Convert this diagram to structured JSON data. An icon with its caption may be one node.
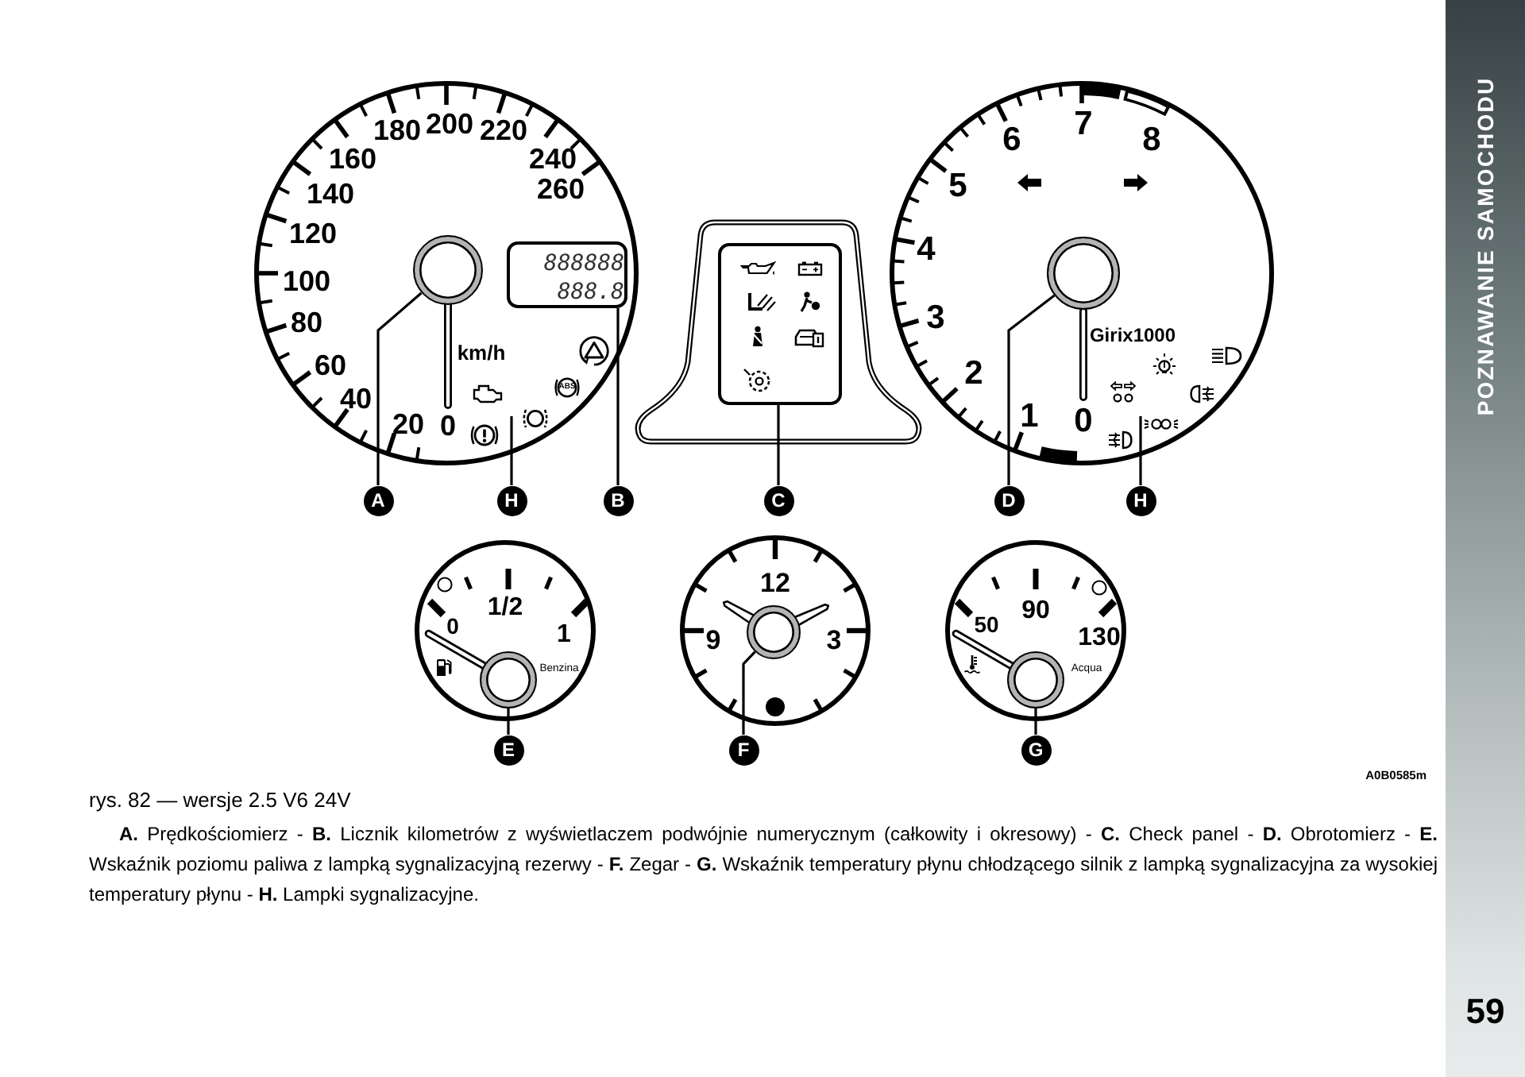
{
  "diagram": {
    "caption": "rys. 82 — wersje 2.5 V6 24V",
    "nodes": [
      {
        "text": [
          "0",
          "20",
          "40",
          "60",
          "80",
          "100",
          "120",
          "140",
          "160",
          "180",
          "200",
          "220",
          "240",
          "260",
          "km/h"
        ]
      },
      {
        "text": [
          "888888",
          "888.8"
        ],
        "in": 0
      },
      {
        "text": [],
        "shape": "circle",
        "in": 0
      },
      {
        "text": [],
        "shape": "box"
      },
      {
        "text": [
          "0",
          "1",
          "2",
          "3",
          "4",
          "5",
          "6",
          "7",
          "8",
          "Girix1000"
        ]
      },
      {
        "text": [],
        "shape": "circle",
        "in": 4
      },
      {
        "text": [
          "A"
        ]
      },
      {
        "text": [
          "H"
        ]
      },
      {
        "text": [
          "B"
        ]
      },
      {
        "text": [
          "C"
        ]
      },
      {
        "text": [
          "D"
        ]
      },
      {
        "text": [
          "H"
        ]
      },
      {
        "text": [
          "0",
          "1/2",
          "1",
          "Benzina"
        ]
      },
      {
        "text": [],
        "shape": "circle",
        "in": 12
      },
      {
        "text": [
          "12",
          "9",
          "3"
        ]
      },
      {
        "text": [],
        "shape": "circle",
        "in": 14
      },
      {
        "text": [
          "50",
          "90",
          "130",
          "Acqua"
        ]
      },
      {
        "text": [],
        "shape": "circle",
        "in": 16
      },
      {
        "text": [
          "E"
        ]
      },
      {
        "text": [
          "F"
        ]
      },
      {
        "text": [
          "G"
        ]
      }
    ],
    "edges": [
      {
        "from": 6,
        "to": 2,
        "arrow": "none"
      },
      {
        "from": 7,
        "to": null,
        "arrow": "none"
      },
      {
        "from": 8,
        "to": 1,
        "arrow": "none"
      },
      {
        "from": 9,
        "to": 3,
        "arrow": "none"
      },
      {
        "from": 10,
        "to": 5,
        "arrow": "none"
      },
      {
        "from": 11,
        "to": null,
        "arrow": "none"
      },
      {
        "from": 18,
        "to": 13,
        "arrow": "none"
      },
      {
        "from": 19,
        "to": 15,
        "arrow": "none"
      },
      {
        "from": 20,
        "to": 17,
        "arrow": "none"
      }
    ],
    "labels": [
      "POZNAWANIE SAMOCHODU",
      "ABS",
      "A0B0585m",
      "**A.** Prędkościomierz - **B.** Licznik kilometrów z wyświetlaczem podwójnie numerycznym (całkowity i okresowy) - **C.** Check panel - **D.** Obrotomierz - **E.** Wskaźnik poziomu paliwa z lampką sygnalizacyjną rezerwy - **F.** Zegar - **G.** Wskaźnik temperatury płynu chłodzącego silnik z lampką sygnalizacyjna za wysokiej temperatury płynu - **H.** Lampki sygnalizacyjne.",
      "59"
    ]
  }
}
